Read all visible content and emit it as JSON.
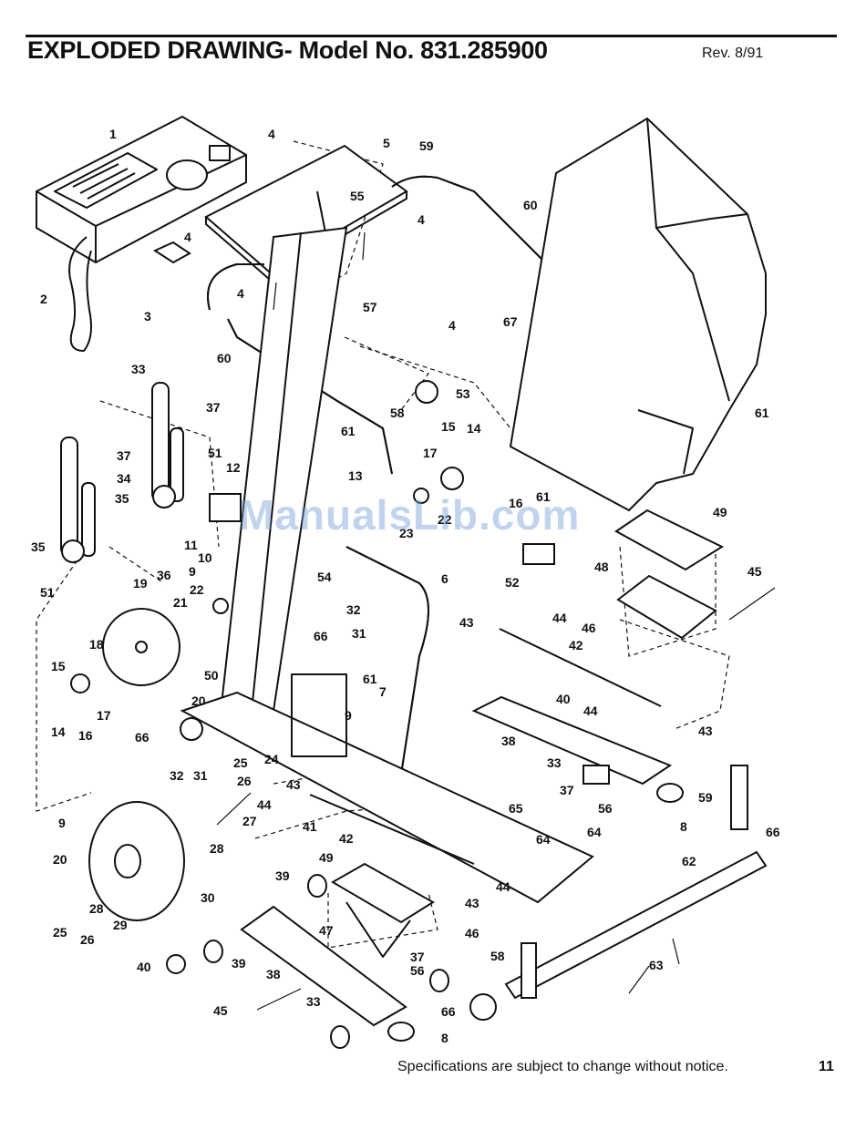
{
  "header": {
    "title": "EXPLODED DRAWING- Model No. 831.285900",
    "revision": "Rev. 8/91"
  },
  "footer": {
    "note": "Specifications are subject to change without notice.",
    "page_number": "11"
  },
  "watermark": "ManualsLib.com",
  "callouts": [
    "1",
    "2",
    "3",
    "4",
    "4",
    "4",
    "4",
    "4",
    "5",
    "55",
    "59",
    "60",
    "60",
    "57",
    "67",
    "53",
    "58",
    "61",
    "61",
    "61",
    "33",
    "37",
    "37",
    "34",
    "35",
    "35",
    "51",
    "51",
    "12",
    "11",
    "10",
    "9",
    "13",
    "14",
    "15",
    "16",
    "17",
    "23",
    "22",
    "52",
    "49",
    "48",
    "45",
    "54",
    "6",
    "19",
    "36",
    "21",
    "22",
    "18",
    "15",
    "17",
    "14",
    "16",
    "20",
    "32",
    "31",
    "66",
    "7",
    "9",
    "61",
    "43",
    "44",
    "46",
    "42",
    "40",
    "44",
    "43",
    "38",
    "33",
    "37",
    "56",
    "8",
    "59",
    "66",
    "62",
    "63",
    "58",
    "66",
    "8",
    "39",
    "33",
    "56",
    "37",
    "45",
    "39",
    "40",
    "38",
    "47",
    "49",
    "46",
    "43",
    "44",
    "41",
    "42",
    "44",
    "43",
    "24",
    "25",
    "26",
    "27",
    "28",
    "30",
    "29",
    "28",
    "25",
    "26",
    "20",
    "9",
    "64",
    "65",
    "64",
    "32",
    "31",
    "66",
    "50"
  ]
}
